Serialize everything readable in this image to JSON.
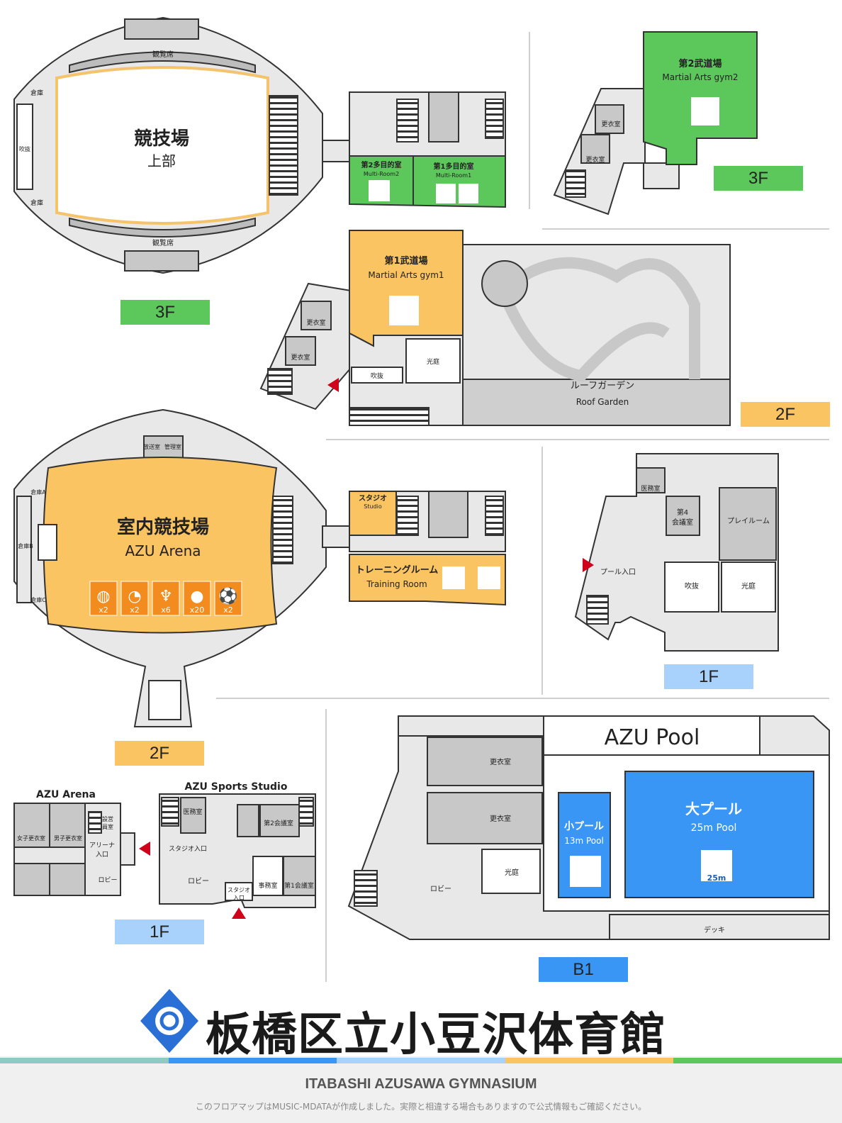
{
  "colors": {
    "green": "#5cc85c",
    "orange": "#fbc462",
    "blue": "#3a96f4",
    "lightblue": "#a8d2fb",
    "gray": "#d8d8d8",
    "darkgray": "#b8b8b8",
    "red": "#d0021b",
    "stripe": [
      "#8ec9c4",
      "#3a96f4",
      "#a8d2fb",
      "#fbc462",
      "#5cc85c"
    ]
  },
  "floors": {
    "f3_arena": "3F",
    "f3_gym2": "3F",
    "f2_gym1": "2F",
    "f2_arena": "2F",
    "f1_pool": "1F",
    "f1_studio": "1F",
    "b1": "B1"
  },
  "arena3f": {
    "main": "競技場",
    "sub": "上部",
    "seats_top": "観覧席",
    "seats_bottom": "観覧席",
    "storage_top": "倉庫",
    "storage_bottom": "倉庫",
    "void": "吹抜"
  },
  "multi": {
    "room2_jp": "第2多目的室",
    "room2_en": "Multi-Room2",
    "room1_jp": "第1多目的室",
    "room1_en": "Multi-Room1"
  },
  "gym2": {
    "jp": "第2武道場",
    "en": "Martial Arts gym2",
    "locker1": "更衣室",
    "locker2": "更衣室"
  },
  "gym1": {
    "jp": "第1武道場",
    "en": "Martial Arts gym1",
    "locker1": "更衣室",
    "locker2": "更衣室",
    "void": "吹抜",
    "court": "光庭",
    "roof_jp": "ルーフガーデン",
    "roof_en": "Roof Garden"
  },
  "arena2f": {
    "main": "室内競技場",
    "sub": "AZU Arena",
    "broadcast": "放送室",
    "mgmt": "管理室",
    "storageA": "倉庫A",
    "storageB": "倉庫B",
    "storageC": "倉庫C",
    "sports": [
      {
        "icon": "basketball-icon",
        "count": "x2"
      },
      {
        "icon": "volleyball-icon",
        "count": "x2"
      },
      {
        "icon": "badminton-icon",
        "count": "x6"
      },
      {
        "icon": "table-tennis-icon",
        "count": "x20"
      },
      {
        "icon": "soccer-icon",
        "count": "x2"
      }
    ]
  },
  "studio2f": {
    "jp": "スタジオ",
    "en": "Studio"
  },
  "training": {
    "jp": "トレーニングルーム",
    "en": "Training Room"
  },
  "pool1f": {
    "medical": "医務室",
    "conf4a": "第4",
    "conf4b": "会議室",
    "play": "プレイルーム",
    "entrance": "プール入口",
    "void": "吹抜",
    "court": "光庭"
  },
  "arena1f": {
    "title": "AZU Arena",
    "women": "女子更衣室",
    "men": "男子更衣室",
    "equip1": "設営",
    "equip2": "員室",
    "entrance1": "アリーナ",
    "entrance2": "入口",
    "lobby": "ロビー"
  },
  "studio1f": {
    "title": "AZU Sports Studio",
    "medical": "医務室",
    "conf2": "第2会議室",
    "entrance": "スタジオ入口",
    "lobby": "ロビー",
    "studio_ent1": "スタジオ",
    "studio_ent2": "入口",
    "office": "事務室",
    "conf1": "第1会議室"
  },
  "poolb1": {
    "title": "AZU Pool",
    "locker1": "更衣室",
    "locker2": "更衣室",
    "lobby": "ロビー",
    "court": "光庭",
    "small_jp": "小プール",
    "small_en": "13m Pool",
    "big_jp": "大プール",
    "big_en": "25m Pool",
    "big_badge": "25m",
    "deck": "デッキ"
  },
  "footer": {
    "title": "板橋区立小豆沢体育館",
    "en": "ITABASHI AZUSAWA GYMNASIUM",
    "note": "このフロアマップはMUSIC-MDATAが作成しました。実際と相違する場合もありますので公式情報もご確認ください。"
  }
}
